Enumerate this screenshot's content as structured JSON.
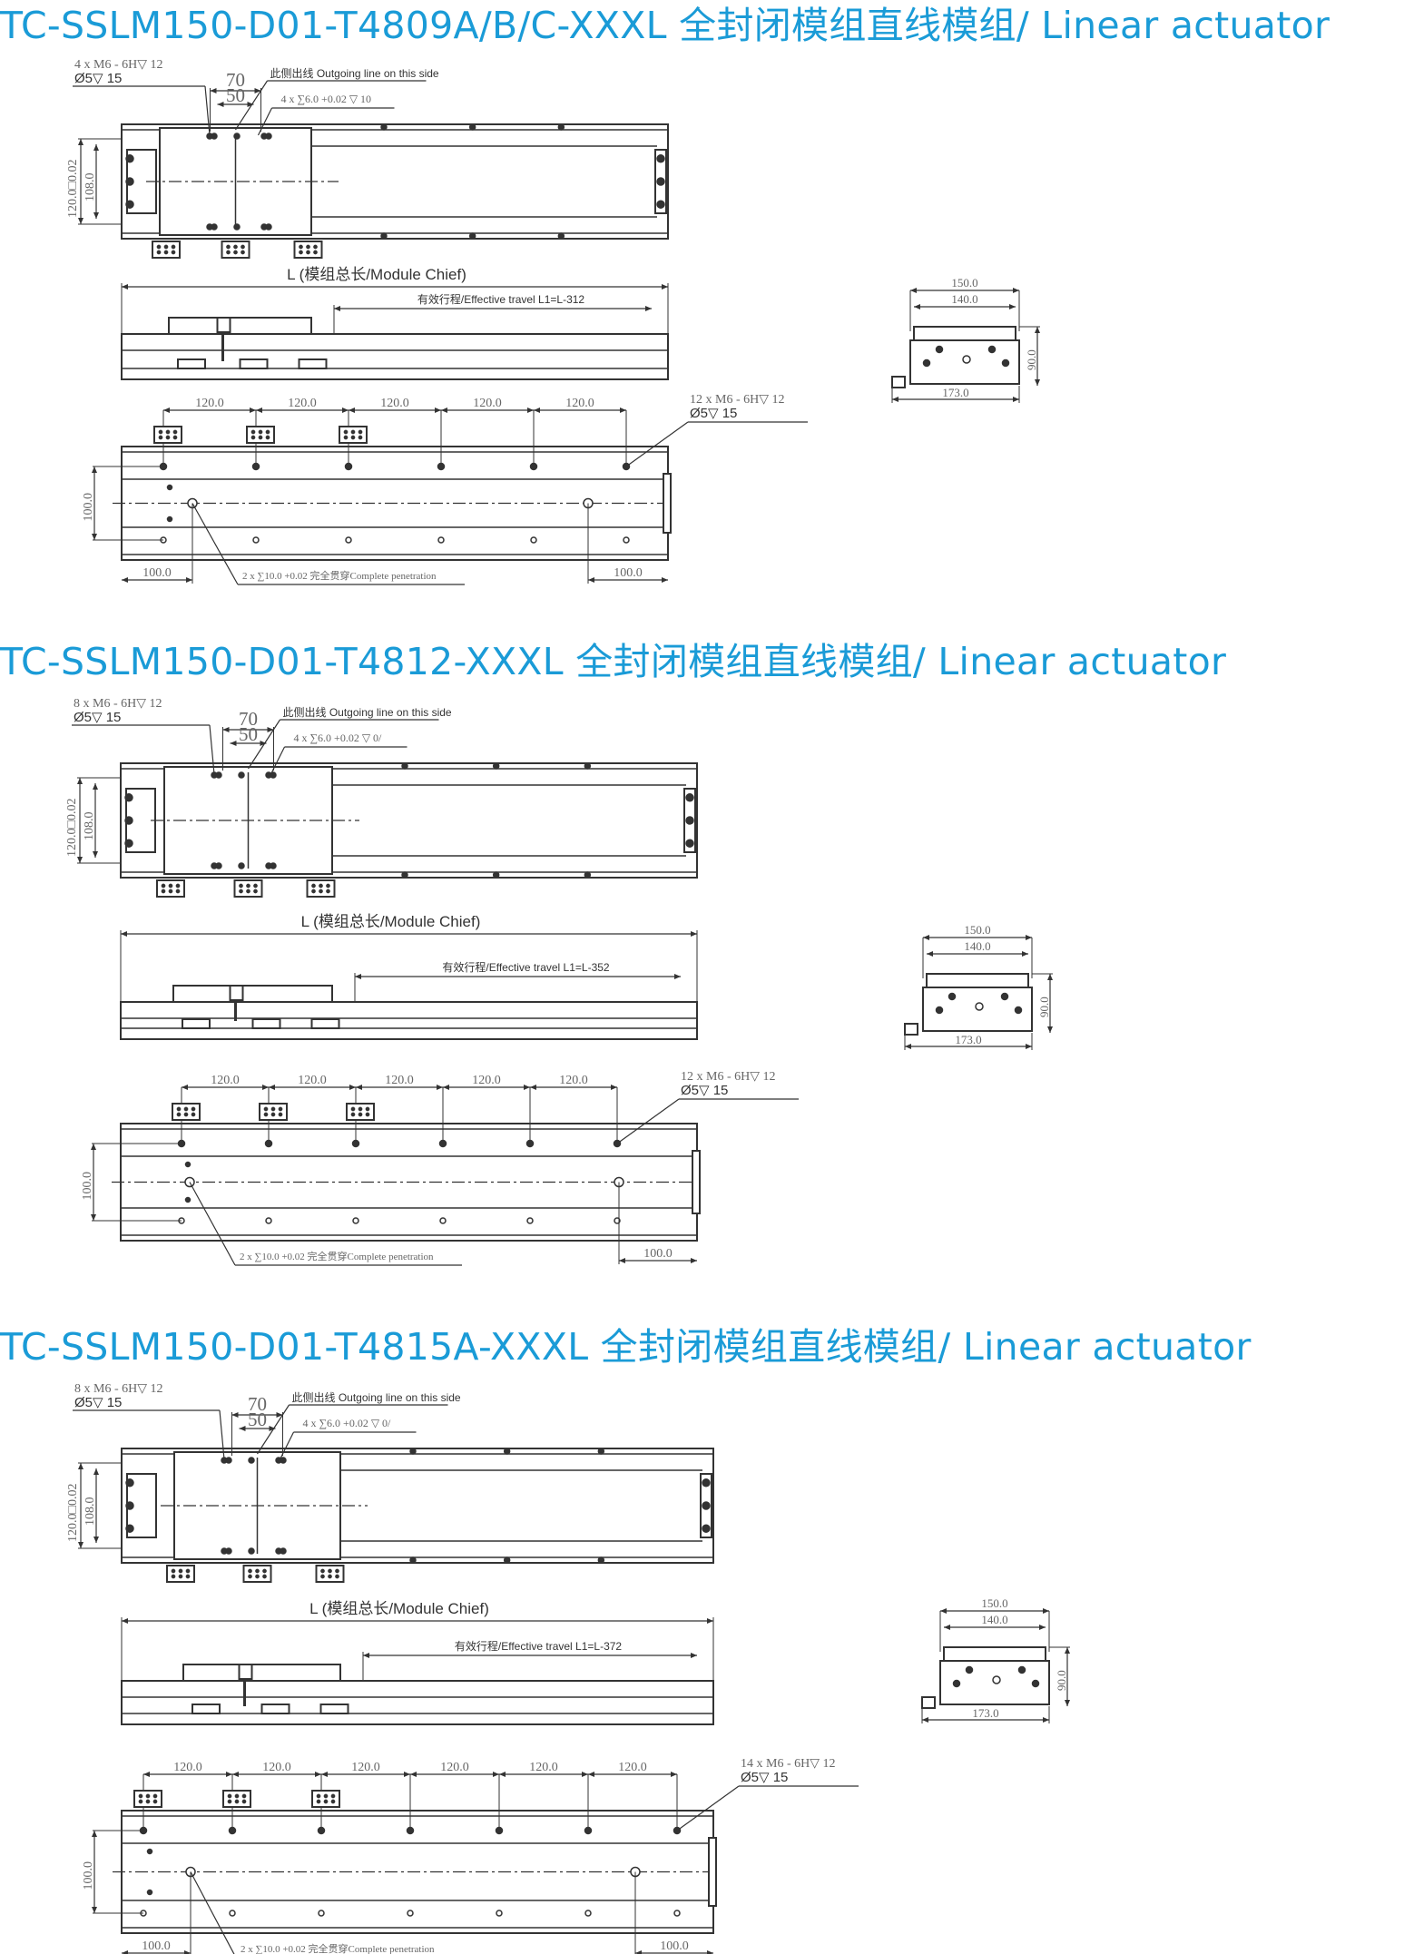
{
  "sections": [
    {
      "title": "TC-SSLM150-D01-T4809A/B/C-XXXL 全封闭模组直线模组/ Linear actuator",
      "top_view": {
        "hole_note_1": "4 x  M6 - 6H▽ 12",
        "hole_note_2": "Ø5▽ 15",
        "dim_70": "70",
        "dim_50": "50",
        "outgoing_note": "此侧出线 Outgoing line on this side",
        "pin_note": "4 x ∑6.0 +0.02 ▽ 10",
        "dim_120": "120.0□0.02",
        "dim_108": "108.0"
      },
      "side_view": {
        "length_label": "L (模组总长/Module Chief)",
        "travel_label": "有效行程/Effective travel L1=L-312"
      },
      "bottom_view": {
        "pitch_labels": [
          "120.0",
          "120.0",
          "120.0",
          "120.0",
          "120.0"
        ],
        "hole_note_1": "12 x  M6 - 6H▽ 12",
        "hole_note_2": "Ø5▽ 15",
        "dim_100_v": "100.0",
        "dim_left": "100.0",
        "dim_right": "100.0",
        "pin_note": "2 x ∑10.0 +0.02 完全贯穿Complete penetration"
      },
      "end_view": {
        "w150": "150.0",
        "w140": "140.0",
        "h90": "90.0",
        "w173": "173.0"
      }
    },
    {
      "title": "TC-SSLM150-D01-T4812-XXXL 全封闭模组直线模组/ Linear actuator",
      "top_view": {
        "hole_note_1": "8 x  M6 - 6H▽ 12",
        "hole_note_2": "Ø5▽ 15",
        "dim_70": "70",
        "dim_50": "50",
        "outgoing_note": "此侧出线 Outgoing line on this side",
        "pin_note": "4 x ∑6.0 +0.02 ▽ 0/",
        "dim_120": "120.0□0.02",
        "dim_108": "108.0"
      },
      "side_view": {
        "length_label": "L (模组总长/Module Chief)",
        "travel_label": "有效行程/Effective travel L1=L-352"
      },
      "bottom_view": {
        "pitch_labels": [
          "120.0",
          "120.0",
          "120.0",
          "120.0",
          "120.0"
        ],
        "hole_note_1": "12 x  M6 - 6H▽ 12",
        "hole_note_2": "Ø5▽ 15",
        "dim_100_v": "100.0",
        "dim_right": "100.0",
        "pin_note": "2 x ∑10.0 +0.02 完全贯穿Complete penetration"
      },
      "end_view": {
        "w150": "150.0",
        "w140": "140.0",
        "h90": "90.0",
        "w173": "173.0"
      }
    },
    {
      "title": "TC-SSLM150-D01-T4815A-XXXL 全封闭模组直线模组/ Linear actuator",
      "top_view": {
        "hole_note_1": "8 x  M6 - 6H▽ 12",
        "hole_note_2": "Ø5▽ 15",
        "dim_70": "70",
        "dim_50": "50",
        "outgoing_note": "此侧出线 Outgoing line on this side",
        "pin_note": "4 x ∑6.0 +0.02 ▽ 0/",
        "dim_120": "120.0□0.02",
        "dim_108": "108.0"
      },
      "side_view": {
        "length_label": "L (模组总长/Module Chief)",
        "travel_label": "有效行程/Effective travel L1=L-372"
      },
      "bottom_view": {
        "pitch_labels": [
          "120.0",
          "120.0",
          "120.0",
          "120.0",
          "120.0",
          "120.0"
        ],
        "hole_note_1": "14 x  M6 - 6H▽ 12",
        "hole_note_2": "Ø5▽ 15",
        "dim_100_v": "100.0",
        "dim_left": "100.0",
        "dim_right": "100.0",
        "pin_note": "2 x ∑10.0 +0.02 完全贯穿Complete penetration"
      },
      "end_view": {
        "w150": "150.0",
        "w140": "140.0",
        "h90": "90.0",
        "w173": "173.0"
      }
    }
  ],
  "colors": {
    "title": "#1a9bd7",
    "line": "#333333"
  }
}
